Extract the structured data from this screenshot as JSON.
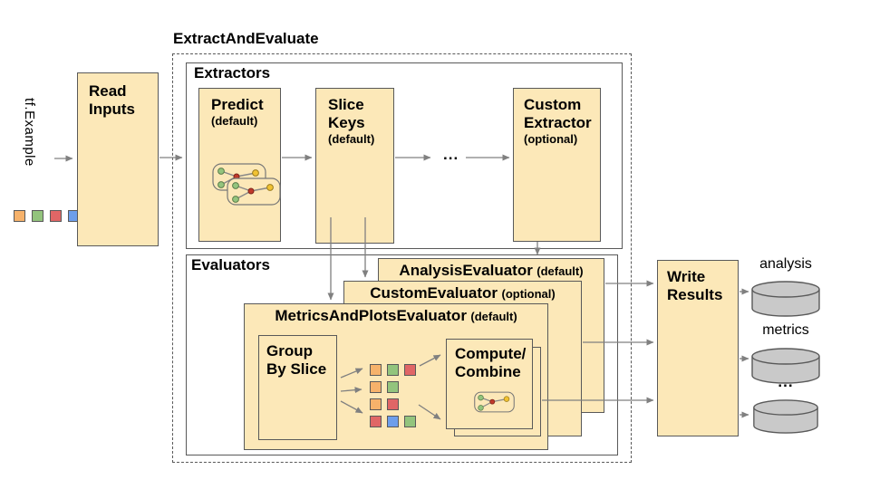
{
  "title": "ExtractAndEvaluate",
  "input": {
    "label": "tf.Example",
    "squares": [
      "orange",
      "green",
      "red",
      "blue"
    ]
  },
  "read_inputs": {
    "label": "Read Inputs"
  },
  "extractors": {
    "label": "Extractors",
    "predict": {
      "name": "Predict",
      "qualifier": "(default)"
    },
    "slice_keys": {
      "name": "Slice Keys",
      "qualifier": "(default)"
    },
    "custom": {
      "name": "Custom Extractor",
      "qualifier": "(optional)"
    },
    "ellipsis": "..."
  },
  "evaluators": {
    "label": "Evaluators",
    "analysis": {
      "name": "AnalysisEvaluator",
      "qualifier": "(default)"
    },
    "custom": {
      "name": "CustomEvaluator",
      "qualifier": "(optional)"
    },
    "metrics_and_plots": {
      "name": "MetricsAndPlotsEvaluator",
      "qualifier": "(default)"
    },
    "group_by_slice": "Group By Slice",
    "compute_combine": "Compute/ Combine",
    "slice_groups": [
      [
        "orange",
        "green",
        "red"
      ],
      [
        "orange",
        "green"
      ],
      [
        "orange",
        "red"
      ],
      [
        "red",
        "blue",
        "green"
      ]
    ]
  },
  "write_results": {
    "label": "Write Results"
  },
  "outputs": {
    "first": "analysis",
    "second": "metrics",
    "ellipsis": "..."
  },
  "icons": {
    "model_graph": "model-graph-icon",
    "database": "database-cylinder-icon"
  },
  "colors": {
    "box_fill": "#FCE8B8",
    "box_border": "#595959",
    "arrow": "#808080",
    "cylinder_fill": "#C9C9C9",
    "orange": "#F6B26B",
    "green": "#93C47D",
    "red": "#E06666",
    "blue": "#6D9EEB",
    "node_red": "#C0392B",
    "node_yellow": "#F1C232"
  }
}
